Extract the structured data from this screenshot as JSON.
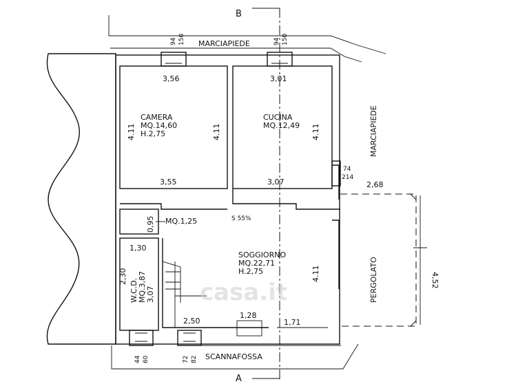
{
  "sections": {
    "top": "B",
    "bottom": "A"
  },
  "streets": {
    "top": "MARCIAPIEDE",
    "right": "MARCIAPIEDE",
    "bottom": "SCANNAFOSSA"
  },
  "rooms": {
    "camera": {
      "name": "CAMERA",
      "area": "MQ.14,60",
      "height": "H.2,75",
      "dim_left": "4.11",
      "dim_right": "4.11",
      "dim_top": "3,56",
      "dim_bottom": "3,55"
    },
    "cucina": {
      "name": "CUCINA",
      "area": "MQ.12,49",
      "dim_top": "3,01",
      "dim_right": "4.11",
      "dim_bottom": "3,07"
    },
    "disimpegno": {
      "area": "MQ.1,25",
      "dim": "0,95"
    },
    "wc": {
      "name": "W.C.D.",
      "area": "MQ.3,87",
      "dim_top": "1,30",
      "dim_left": "2,30",
      "dim_right": "3,07"
    },
    "soggiorno": {
      "name": "SOGGIORNO",
      "area": "MQ.22,71",
      "height": "H.2,75",
      "dim_right": "4.11",
      "dim_b1": "2,50",
      "dim_b2": "1,28",
      "dim_b3": "1,71"
    },
    "pergolato": {
      "name": "PERGOLATO",
      "dim_w": "2,68",
      "dim_h": "4,52"
    }
  },
  "windows": {
    "w1": {
      "a": "94",
      "b": "150"
    },
    "w2": {
      "a": "94",
      "b": "150"
    },
    "w3": {
      "a": "74",
      "b": "214"
    },
    "w4": {
      "a": "44",
      "b": "60"
    },
    "w5": {
      "a": "72",
      "b": "82"
    }
  },
  "misc": {
    "faint_label": "S 55%"
  },
  "watermark": "casa.it"
}
